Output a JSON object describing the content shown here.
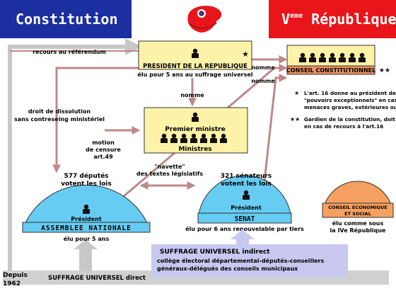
{
  "header": {
    "left_title": "Constitution",
    "right_title_roman": "V",
    "right_title_sup": "eme",
    "right_title_rest": " République",
    "colors": {
      "blue": "#1b2fa0",
      "white": "#ffffff",
      "red": "#e8161a"
    }
  },
  "president": {
    "title": "PRESIDENT DE LA REPUBLIQUE",
    "elected": "élu pour 5 ans au suffrage universel",
    "star": "★"
  },
  "referendum": "recours au référendum",
  "nomme_top": "nomme",
  "nomme_mid": "nomme",
  "nomme_pres": "nomme",
  "conseil_constit": {
    "title": "CONSEIL CONSTITUTIONNEL",
    "stars": "★★"
  },
  "notes": [
    {
      "mark": "★",
      "lines": [
        "L'art. 16 donne au président des",
        "\"pouvoirs exceptionnels\" en cas de",
        "menaces graves, extérieures ou intérieures"
      ]
    },
    {
      "mark": "★★",
      "lines": [
        "Gardien de la constitution, doit être consulté",
        "en cas de recours à l'art.16"
      ]
    }
  ],
  "dissolution": [
    "droit de dissolution",
    "sans contreseing ministériel"
  ],
  "government": {
    "pm": "Premier ministre",
    "ministres": "Ministres"
  },
  "censure": [
    "motion",
    "de censure",
    "art.49"
  ],
  "navette": [
    "\"navette\"",
    "des textes législatifs"
  ],
  "assemblee": {
    "members": [
      "577 députés",
      "votent les lois"
    ],
    "president": "Président",
    "name": "ASSEMBLEE NATIONALE",
    "elected": "élu pour 5 ans"
  },
  "senat": {
    "members": [
      "321 sénateurs",
      "votent les lois"
    ],
    "president": "Président",
    "name": "SENAT",
    "elected": "élu pour 6 ans renouvelable par tiers"
  },
  "ces": {
    "name": [
      "CONSEIL ECONOMIQUE",
      "ET SOCIAL"
    ],
    "elected": [
      "élu comme sous",
      "la IVe République"
    ]
  },
  "suffrage_indirect": {
    "title": "SUFFRAGE UNIVERSEL indirect",
    "lines": [
      "collège électoral départemental-députés-conseillers",
      "généraux-délégués des conseils municipaux"
    ]
  },
  "depuis": [
    "Depuis",
    "1962"
  ],
  "suffrage_direct": "SUFFRAGE UNIVERSEL direct"
}
